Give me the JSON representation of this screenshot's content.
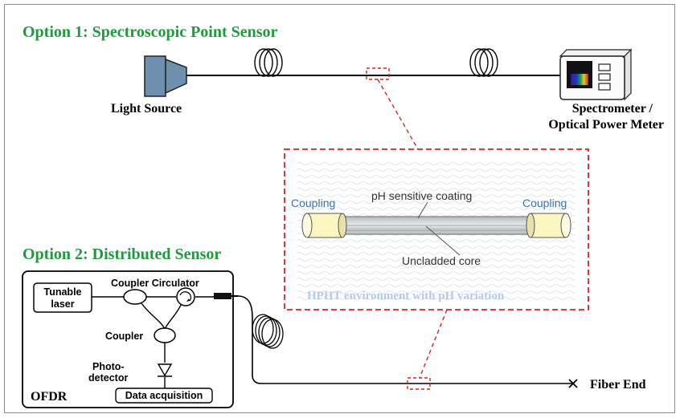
{
  "option1": {
    "title": "Option 1: Spectroscopic Point Sensor",
    "light_source": "Light Source",
    "spectrometer_line1": "Spectrometer /",
    "spectrometer_line2": "Optical Power Meter"
  },
  "option2": {
    "title": "Option 2: Distributed Sensor",
    "ofdr_label": "OFDR",
    "tunable_laser_line1": "Tunable",
    "tunable_laser_line2": "laser",
    "coupler_circulator": "Coupler Circulator",
    "coupler": "Coupler",
    "photodetector_line1": "Photo-",
    "photodetector_line2": "detector",
    "data_acquisition": "Data acquisition",
    "fiber_end": "Fiber End"
  },
  "inset": {
    "coupling_left": "Coupling",
    "coupling_right": "Coupling",
    "coating": "pH sensitive coating",
    "core": "Uncladded core",
    "environment": "HPHT environment with pH variation"
  },
  "colors": {
    "option_title": "#1a9e3a",
    "inset_border": "#e02020",
    "coupling_text": "#2a7bbf",
    "environment_text": "#b7c9e8",
    "coupling_fill": "#fbf6c2"
  }
}
